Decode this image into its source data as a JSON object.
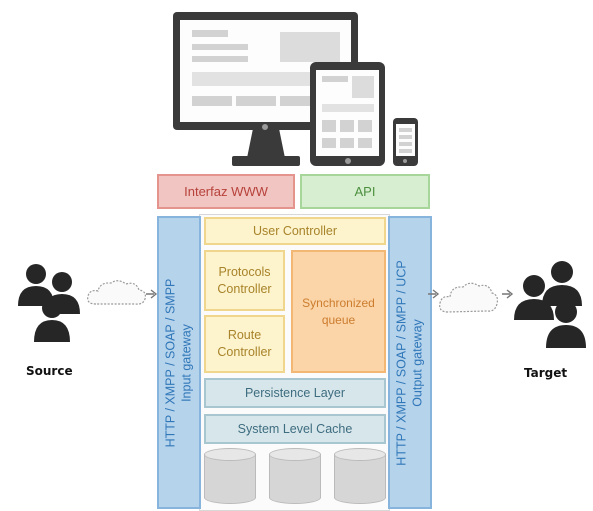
{
  "diagram": {
    "top_left_label": "Interfaz WWW",
    "top_right_label": "API",
    "input_gateway": {
      "protocols": "HTTP / XMPP / SOAP / SMPP",
      "name": "Input gateway"
    },
    "output_gateway": {
      "protocols": "HTTP / XMPP / SOAP / SMPP / UCP",
      "name": "Output gateway"
    },
    "user_controller": "User Controller",
    "protocols_controller": "Protocols Controller",
    "route_controller": "Route Controller",
    "synchronized_queue": "Synchronized queue",
    "persistence_layer": "Persistence Layer",
    "system_level_cache": "System Level Cache",
    "source_label": "Source",
    "target_label": "Target"
  },
  "icons": [
    "desktop-monitor-icon",
    "tablet-icon",
    "smartphone-icon",
    "users-group-icon",
    "cloud-icon",
    "arrow-icon",
    "database-icon"
  ],
  "colors": {
    "interfaz_fill": "#f1c5c2",
    "api_fill": "#d7efd0",
    "gateway_fill": "#b6d3ec",
    "controller_fill": "#fdf3cd",
    "queue_fill": "#fbd4a8",
    "storage_fill": "#d7e6ea",
    "device_dark": "#3a3a3a"
  }
}
